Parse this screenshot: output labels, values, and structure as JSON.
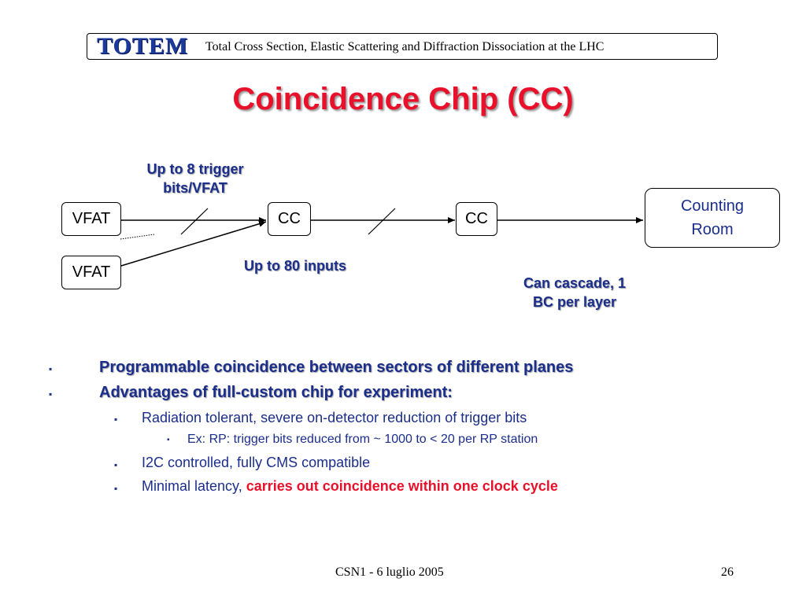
{
  "header": {
    "logo_text": "TOTEM",
    "subtitle": "Total Cross Section, Elastic Scattering and Diffraction Dissociation at the LHC"
  },
  "title": "Coincidence Chip (CC)",
  "diagram": {
    "nodes": {
      "vfat_top": "VFAT",
      "vfat_bottom": "VFAT",
      "cc_first": "CC",
      "cc_second": "CC",
      "room_line1": "Counting",
      "room_line2": "Room"
    },
    "labels": {
      "trigger_line1": "Up to 8 trigger",
      "trigger_line2": "bits/VFAT",
      "inputs": "Up to 80 inputs",
      "cascade_line1": "Can cascade, 1",
      "cascade_line2": "BC per layer"
    }
  },
  "bullets": {
    "b1": "Programmable coincidence between sectors of different planes",
    "b2": "Advantages of full-custom chip for experiment:",
    "b2_1": "Radiation tolerant, severe on-detector reduction of trigger bits",
    "b2_1_1": "Ex: RP: trigger bits reduced from ~ 1000 to < 20 per RP station",
    "b2_2": "I2C controlled, fully CMS compatible",
    "b2_3_prefix": "Minimal latency, ",
    "b2_3_highlight": "carries out coincidence within one clock cycle"
  },
  "footer": {
    "center": "CSN1 - 6 luglio 2005",
    "page": "26"
  },
  "colors": {
    "title": "#e8102a",
    "text_blue": "#1b2e8c",
    "logo_blue": "#1b3a9a",
    "highlight_red": "#e8102a"
  }
}
